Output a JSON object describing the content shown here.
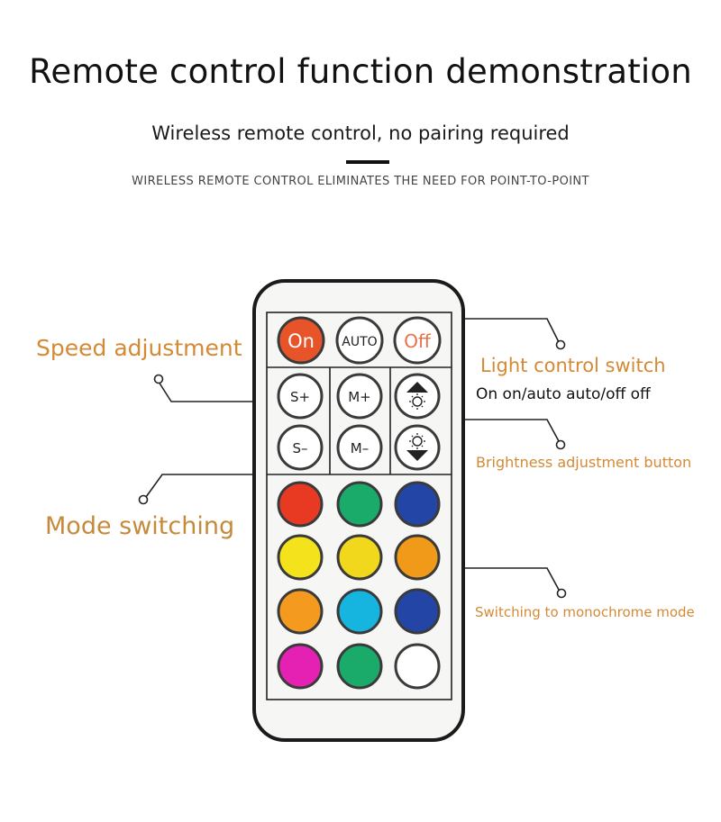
{
  "header": {
    "title": "Remote control function demonstration",
    "subtitle": "Wireless remote control, no pairing required",
    "caps_line": "WIRELESS REMOTE CONTROL ELIMINATES THE NEED FOR POINT-TO-POINT"
  },
  "annotations": {
    "speed": "Speed adjustment",
    "mode": "Mode switching",
    "light_title": "Light control switch",
    "light_desc": "On on/auto auto/off off",
    "brightness": "Brightness adjustment button",
    "monochrome": "Switching to monochrome mode"
  },
  "remote": {
    "on_label": "On",
    "auto_label": "AUTO",
    "off_label": "Off",
    "speed_up_label": "S+",
    "speed_down_label": "S–",
    "mode_up_label": "M+",
    "mode_down_label": "M–",
    "colors": {
      "accent_orange": "#e8542a",
      "off_text": "#e9704a"
    },
    "color_buttons": [
      [
        "#e83a22",
        "#1aaa6a",
        "#2346a6"
      ],
      [
        "#f4e31c",
        "#f2d81c",
        "#f19a19"
      ],
      [
        "#f39a1f",
        "#16b5e0",
        "#2346a6"
      ],
      [
        "#e521b4",
        "#1aaa6a",
        "#ffffff"
      ]
    ],
    "icons": {
      "brightness_up": "sun-up-icon",
      "brightness_down": "sun-down-icon"
    }
  }
}
